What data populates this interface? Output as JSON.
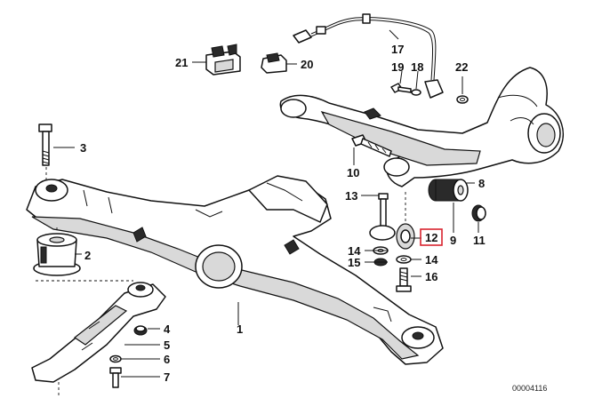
{
  "callouts": [
    {
      "id": "1",
      "label": "1"
    },
    {
      "id": "2",
      "label": "2"
    },
    {
      "id": "3",
      "label": "3"
    },
    {
      "id": "4",
      "label": "4"
    },
    {
      "id": "5",
      "label": "5"
    },
    {
      "id": "6",
      "label": "6"
    },
    {
      "id": "7",
      "label": "7"
    },
    {
      "id": "8",
      "label": "8"
    },
    {
      "id": "9",
      "label": "9"
    },
    {
      "id": "10",
      "label": "10"
    },
    {
      "id": "11",
      "label": "11"
    },
    {
      "id": "12",
      "label": "12"
    },
    {
      "id": "13",
      "label": "13"
    },
    {
      "id": "14a",
      "label": "14"
    },
    {
      "id": "14b",
      "label": "14"
    },
    {
      "id": "15",
      "label": "15"
    },
    {
      "id": "16",
      "label": "16"
    },
    {
      "id": "17",
      "label": "17"
    },
    {
      "id": "18",
      "label": "18"
    },
    {
      "id": "19",
      "label": "19"
    },
    {
      "id": "20",
      "label": "20"
    },
    {
      "id": "21",
      "label": "21"
    },
    {
      "id": "22",
      "label": "22"
    }
  ],
  "highlighted_callout": "12",
  "highlight_color": "#d9232e",
  "diagram_number": "00004116"
}
